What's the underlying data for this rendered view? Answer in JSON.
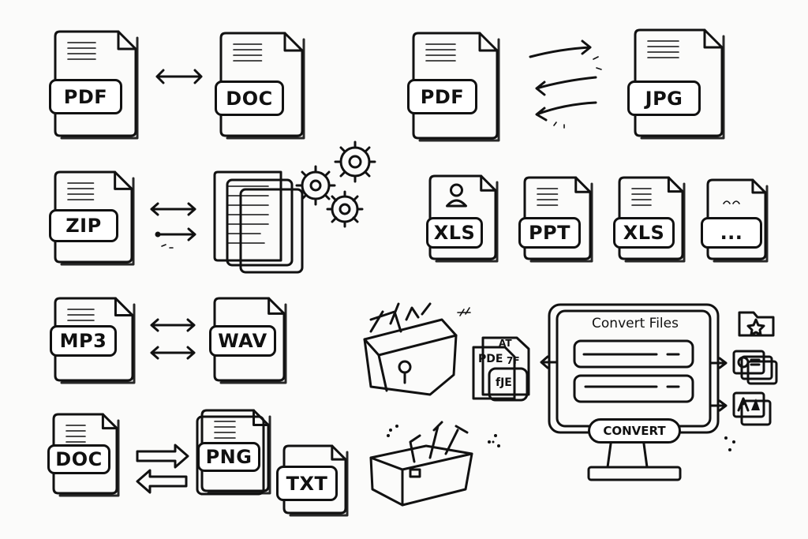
{
  "files": [
    {
      "label": "PDF"
    },
    {
      "label": "DOC"
    },
    {
      "label": "PDF"
    },
    {
      "label": "JPG"
    },
    {
      "label": "ZIP"
    },
    {
      "label": "XLS"
    },
    {
      "label": "PPT"
    },
    {
      "label": "XLS"
    },
    {
      "label": "..."
    },
    {
      "label": "MP3"
    },
    {
      "label": "WAV"
    },
    {
      "label": "DOC"
    },
    {
      "label": "PNG"
    },
    {
      "label": "TXT"
    }
  ],
  "converter": {
    "title": "Convert Files",
    "button": "CONVERT"
  },
  "mini_files": {
    "a": "PDE",
    "b": "fJE",
    "c": "AT",
    "d": "7F"
  }
}
